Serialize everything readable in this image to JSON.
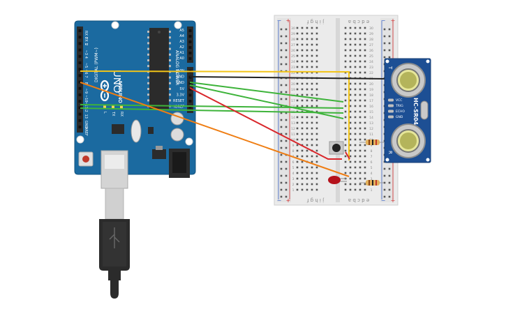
{
  "colors": {
    "board_blue": "#1b6aa0",
    "board_edge": "#14547f",
    "header_black": "#2a2a2a",
    "breadboard": "#ececec",
    "sensor_blue": "#1d4f94",
    "wire_yellow": "#f2c417",
    "wire_black": "#222222",
    "wire_green": "#3db33a",
    "wire_red": "#d9262b",
    "wire_orange": "#ef7d12",
    "led_red": "#b5121b",
    "usb_gray": "#cfcfcf"
  },
  "arduino": {
    "model": "UNO",
    "brand": "ARDUINO",
    "power_label": "POWER",
    "analog_label": "ANALOG IN",
    "digital_label": "DIGITAL (PWM~)",
    "power_pins": [
      "VIN",
      "GND",
      "GND",
      "5V",
      "3.3V",
      "RESET",
      "IOREF"
    ],
    "analog_pins": [
      "A0",
      "A1",
      "A2",
      "A3",
      "A4",
      "A5"
    ],
    "digital_pins": [
      "AREF",
      "GND",
      "13",
      "12",
      "~11",
      "~10",
      "~9",
      "8",
      "7",
      "~6",
      "~5",
      "4",
      "~3",
      "2",
      "TX 1",
      "RX 0"
    ],
    "led_labels": [
      "L",
      "TX",
      "RX"
    ]
  },
  "breadboard": {
    "column_letters_top": "j i h g f",
    "column_letters_top_right": "e d c b a",
    "row_numbers_left": [
      "30",
      "29",
      "28",
      "27",
      "26",
      "25",
      "24",
      "23",
      "22",
      "21",
      "20",
      "19",
      "18",
      "17",
      "16",
      "15",
      "14",
      "13",
      "12",
      "11",
      "10",
      "9",
      "8",
      "7",
      "6",
      "5",
      "4",
      "3",
      "2",
      "1"
    ],
    "row_numbers_right": [
      "30",
      "29",
      "28",
      "27",
      "26",
      "25",
      "24",
      "23",
      "22",
      "21",
      "20",
      "19",
      "18",
      "17",
      "16",
      "15",
      "14",
      "13",
      "12",
      "11",
      "10",
      "9",
      "8",
      "7",
      "6",
      "5",
      "4",
      "3",
      "2",
      "1"
    ],
    "rail_plus": "+",
    "rail_minus": "−"
  },
  "sensor": {
    "model": "HC-SR04",
    "pins": [
      "VCC",
      "TRIG",
      "ECHO",
      "GND"
    ],
    "marker_T": "T",
    "marker_R": "R"
  },
  "components": {
    "button": "pushbutton",
    "led": "red-led",
    "resistors": [
      "resistor-1",
      "resistor-2"
    ],
    "usb_cable": "usb-cable"
  }
}
